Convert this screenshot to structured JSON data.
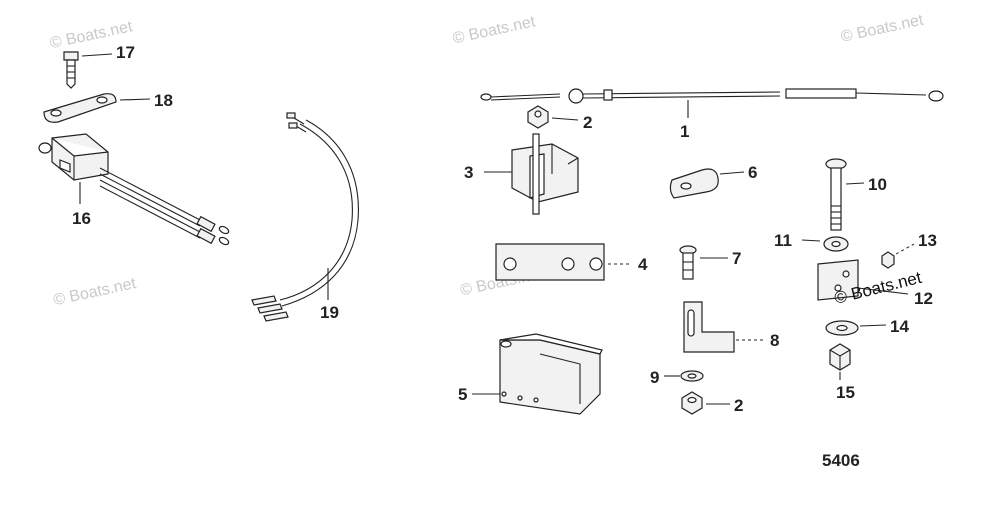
{
  "watermark": "© Boats.net",
  "watermark_overlay": "© Boats.net",
  "diagram_number": "5406",
  "callouts": {
    "p1": "1",
    "p2a": "2",
    "p2b": "2",
    "p3": "3",
    "p4": "4",
    "p5": "5",
    "p6": "6",
    "p7": "7",
    "p8": "8",
    "p9": "9",
    "p10": "10",
    "p11": "11",
    "p12": "12",
    "p13": "13",
    "p14": "14",
    "p15": "15",
    "p16": "16",
    "p17": "17",
    "p18": "18",
    "p19": "19"
  }
}
